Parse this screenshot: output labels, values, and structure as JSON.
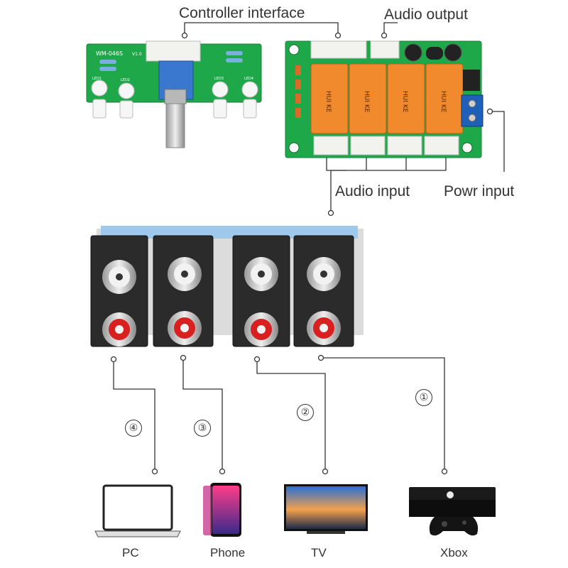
{
  "labels": {
    "controller_interface": "Controller interface",
    "audio_output": "Audio output",
    "audio_input": "Audio input",
    "power_input": "Powr input"
  },
  "control_board": {
    "model_text": "WM-046S",
    "version_text": "V1.0",
    "led_labels": [
      "LED1",
      "LED2",
      "LED3",
      "LED4"
    ]
  },
  "relay_board": {
    "relay_texts": [
      "HUI KE",
      "HUI KE",
      "HUI KE",
      "HUI KE"
    ]
  },
  "inputs": [
    {
      "number": "④",
      "device": "PC",
      "icon": "laptop-icon"
    },
    {
      "number": "③",
      "device": "Phone",
      "icon": "phone-icon"
    },
    {
      "number": "②",
      "device": "TV",
      "icon": "tv-icon"
    },
    {
      "number": "①",
      "device": "Xbox",
      "icon": "xbox-console-icon"
    }
  ],
  "colors": {
    "pcb_green": "#1fa84a",
    "relay_orange": "#f08a2c",
    "terminal_blue": "#1e5fb8",
    "rca_red": "#d82020",
    "rca_white": "#f2f2f2",
    "line": "#333333"
  }
}
